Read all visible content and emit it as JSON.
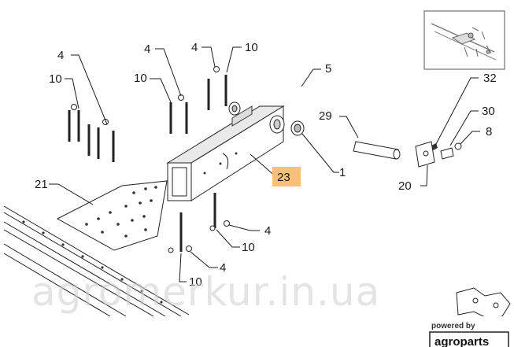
{
  "diagram": {
    "callouts": [
      {
        "id": "c4a",
        "text": "4"
      },
      {
        "id": "c10a",
        "text": "10"
      },
      {
        "id": "c4b",
        "text": "4"
      },
      {
        "id": "c10b",
        "text": "10"
      },
      {
        "id": "c4c",
        "text": "4"
      },
      {
        "id": "c10c",
        "text": "10"
      },
      {
        "id": "c5",
        "text": "5"
      },
      {
        "id": "c29",
        "text": "29"
      },
      {
        "id": "c32",
        "text": "32"
      },
      {
        "id": "c30",
        "text": "30"
      },
      {
        "id": "c8",
        "text": "8"
      },
      {
        "id": "c21",
        "text": "21"
      },
      {
        "id": "c23",
        "text": "23"
      },
      {
        "id": "c1",
        "text": "1"
      },
      {
        "id": "c20",
        "text": "20"
      },
      {
        "id": "c4d",
        "text": "4"
      },
      {
        "id": "c10d",
        "text": "10"
      },
      {
        "id": "c4e",
        "text": "4"
      },
      {
        "id": "c10e",
        "text": "10"
      }
    ],
    "highlighted_part": "23",
    "highlight_color": "#f6c07a"
  },
  "watermark": "agromerkur.in.ua",
  "branding": {
    "powered_by": "powered by",
    "name": "agroparts"
  }
}
